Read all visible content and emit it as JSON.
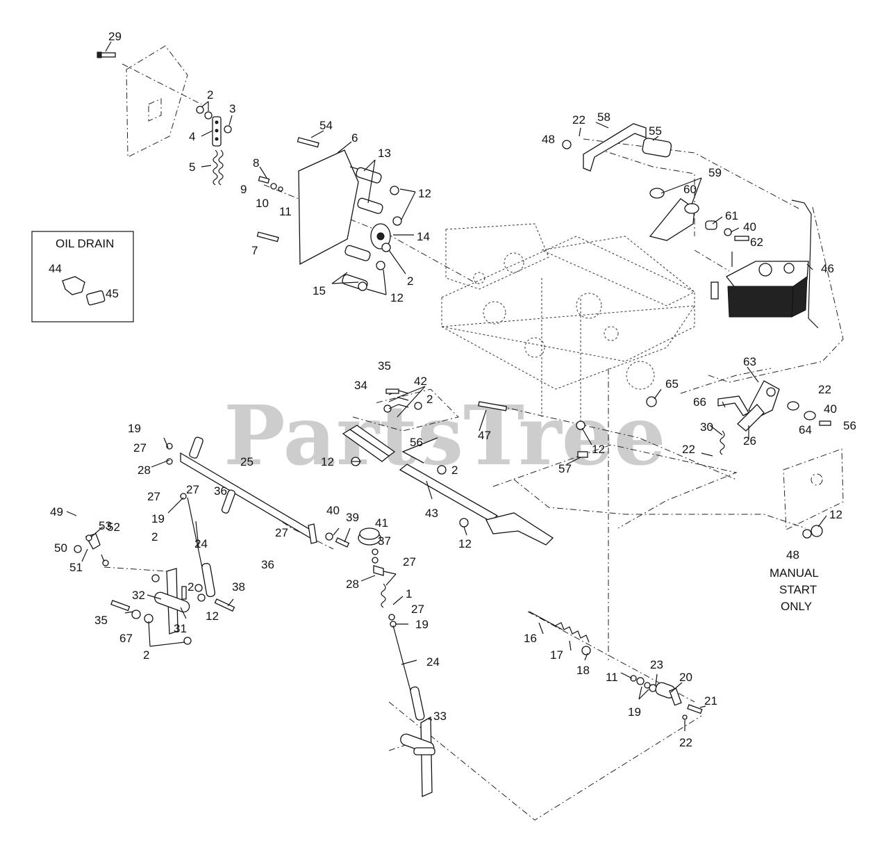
{
  "watermark": "PartsTree",
  "oil_drain_box": {
    "title": "OIL DRAIN",
    "labels": [
      "44",
      "45"
    ]
  },
  "manual_start_note": {
    "number": "48",
    "line1": "MANUAL",
    "line2": "START",
    "line3": "ONLY"
  },
  "callouts": [
    "29",
    "2",
    "3",
    "4",
    "5",
    "54",
    "6",
    "13",
    "12",
    "8",
    "9",
    "10",
    "11",
    "14",
    "7",
    "2",
    "15",
    "12",
    "22",
    "58",
    "55",
    "48",
    "59",
    "60",
    "61",
    "40",
    "62",
    "46",
    "35",
    "42",
    "34",
    "2",
    "56",
    "47",
    "12",
    "2",
    "12",
    "43",
    "12",
    "57",
    "65",
    "63",
    "22",
    "66",
    "40",
    "64",
    "56",
    "30",
    "26",
    "22",
    "12",
    "19",
    "27",
    "28",
    "25",
    "27",
    "36",
    "27",
    "19",
    "49",
    "53",
    "50",
    "51",
    "52",
    "2",
    "24",
    "2",
    "32",
    "12",
    "31",
    "38",
    "35",
    "67",
    "2",
    "40",
    "39",
    "41",
    "37",
    "27",
    "36",
    "27",
    "28",
    "1",
    "27",
    "19",
    "24",
    "33",
    "16",
    "17",
    "18",
    "11",
    "23",
    "19",
    "20",
    "21",
    "22"
  ]
}
